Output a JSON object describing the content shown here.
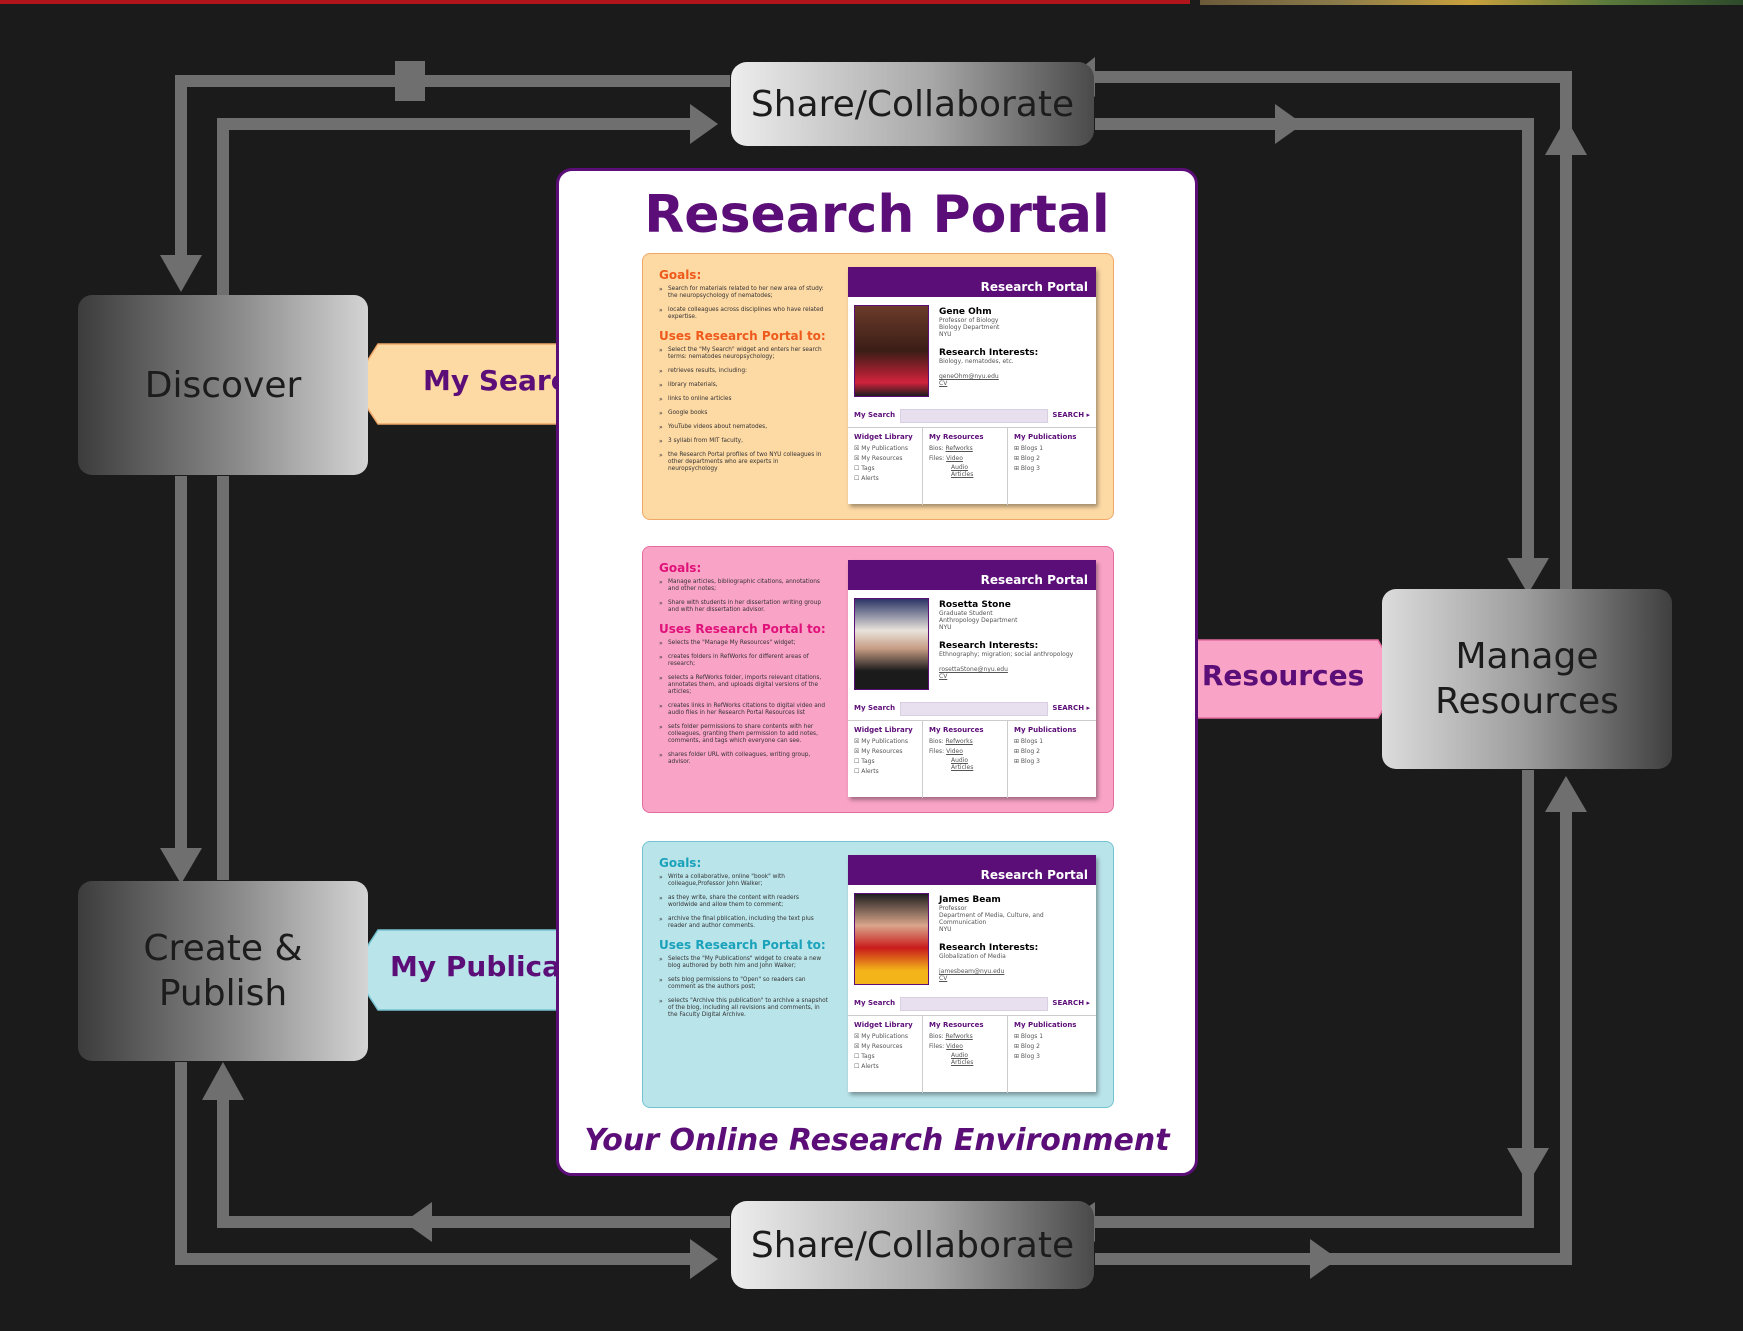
{
  "nodes": {
    "discover": "Discover",
    "create_publish": "Create &\nPublish",
    "manage_resources": "Manage\nResources",
    "share_top": "Share/Collaborate",
    "share_bottom": "Share/Collaborate"
  },
  "portal": {
    "title": "Research Portal",
    "tagline": "Your Online Research Environment"
  },
  "callouts": {
    "search": "My Search",
    "resources": "My Resources",
    "publications": "My Publications"
  },
  "colors": {
    "purple": "#5c0e78",
    "search_panel": "#fdd9a4",
    "search_title": "#ee5a1b",
    "resources_panel": "#f9a3c6",
    "resources_title": "#e0127a",
    "publications_panel": "#b9e4ea",
    "publications_title": "#1aa2bb"
  },
  "panels": [
    {
      "id": "search",
      "goals_title": "Goals:",
      "goals": [
        "Search for materials related to her new area of study: the neuropsychology of nematodes;",
        "locate colleagues across disciplines who have related expertise."
      ],
      "uses_title": "Uses Research Portal to:",
      "uses": [
        "Select the \"My Search\" widget and enters her search terms: nematodes neuropsychology;",
        "retrieves results, including:",
        "library materials,",
        "links to online articles",
        "Google books",
        "YouTube videos about nematodes,",
        "3 syllabi from MIT faculty,",
        "the Research Portal profiles of two NYU colleagues in other departments who are experts in neuropsychology"
      ],
      "card": {
        "bar": "Research Portal",
        "name": "Gene Ohm",
        "sub1": "Professor of Biology",
        "sub2": "Biology Department",
        "sub3": "NYU",
        "ri_title": "Research Interests:",
        "ri": "Biology, nematodes, etc.",
        "email": "geneOhm@nyu.edu",
        "cv": "CV"
      }
    },
    {
      "id": "resources",
      "goals_title": "Goals:",
      "goals": [
        "Manage articles, bibliographic citations, annotations and other notes;",
        "Share with students in her dissertation writing group and with her dissertation advisor."
      ],
      "uses_title": "Uses Research Portal to:",
      "uses": [
        "Selects the \"Manage My Resources\" widget;",
        "creates folders in RefWorks for different areas of research;",
        "selects a RefWorks folder, imports relevant citations, annotates them, and uploads digital versions of the articles;",
        "creates links in RefWorks citations to digital video and audio files in her Research Portal Resources list",
        "sets folder permissions to share contents with her colleagues, granting them permission to add notes, comments, and tags which everyone can see.",
        "shares folder URL with colleagues, writing group, advisor."
      ],
      "card": {
        "bar": "Research Portal",
        "name": "Rosetta Stone",
        "sub1": "Graduate Student",
        "sub2": "Anthropology Department",
        "sub3": "NYU",
        "ri_title": "Research Interests:",
        "ri": "Ethnography; migration; social anthropology",
        "email": "rosettaStone@nyu.edu",
        "cv": "CV"
      }
    },
    {
      "id": "publications",
      "goals_title": "Goals:",
      "goals": [
        "Write a collaborative, online \"book\" with colleague,Professor John Walker;",
        "as they write, share the content with readers worldwide and allow them to comment;",
        "archive the final pblication, including the text plus reader and author comments."
      ],
      "uses_title": "Uses Research Portal to:",
      "uses": [
        "Selects the \"My Publications\" widget to create a new blog authored by both him and John Walker;",
        "sets blog permissions to \"Open\" so readers can comment as the authors post;",
        "selects \"Archive this publication\" to archive a snapshot of the blog, including all revisions and comments, in the Faculty Digital Archive."
      ],
      "card": {
        "bar": "Research Portal",
        "name": "James Beam",
        "sub1": "Professor",
        "sub2": "Department of Media, Culture, and Communication",
        "sub3": "NYU",
        "ri_title": "Research Interests:",
        "ri": "Globalization of Media",
        "email": "jamesbeam@nyu.edu",
        "cv": "CV"
      }
    }
  ],
  "card_common": {
    "search_label": "My Search",
    "search_btn": "SEARCH ▸",
    "col1_h": "Widget Library",
    "col1": [
      "☒  My Publications",
      "☒  My Resources",
      "☐  Tags",
      "☐  Alerts"
    ],
    "col2_h": "My Resources",
    "bios_label": "Bios:",
    "bios_val": "Refworks",
    "files_label": "Files:",
    "files": [
      "Video",
      "Audio",
      "Articles"
    ],
    "col3_h": "My Publications",
    "col3": [
      "⊞  Blogs 1",
      "⊞  Blog 2",
      "⊞  Blog 3"
    ]
  }
}
